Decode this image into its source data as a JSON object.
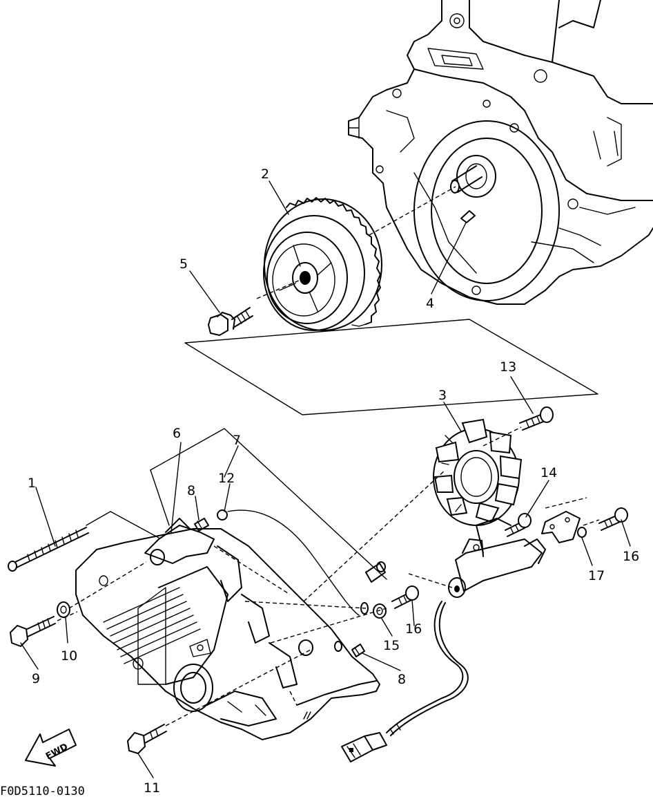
{
  "diagram": {
    "figure_code": "F0D5110-0130",
    "fwd_label": "FWD",
    "part_labels": {
      "p1": "1",
      "p2": "2",
      "p3": "3",
      "p4": "4",
      "p5": "5",
      "p6": "6",
      "p7": "7",
      "p8a": "8",
      "p8b": "8",
      "p9": "9",
      "p10": "10",
      "p11": "11",
      "p12": "12",
      "p13": "13",
      "p14": "14",
      "p15": "15",
      "p16a": "16",
      "p16b": "16",
      "p17": "17"
    }
  }
}
